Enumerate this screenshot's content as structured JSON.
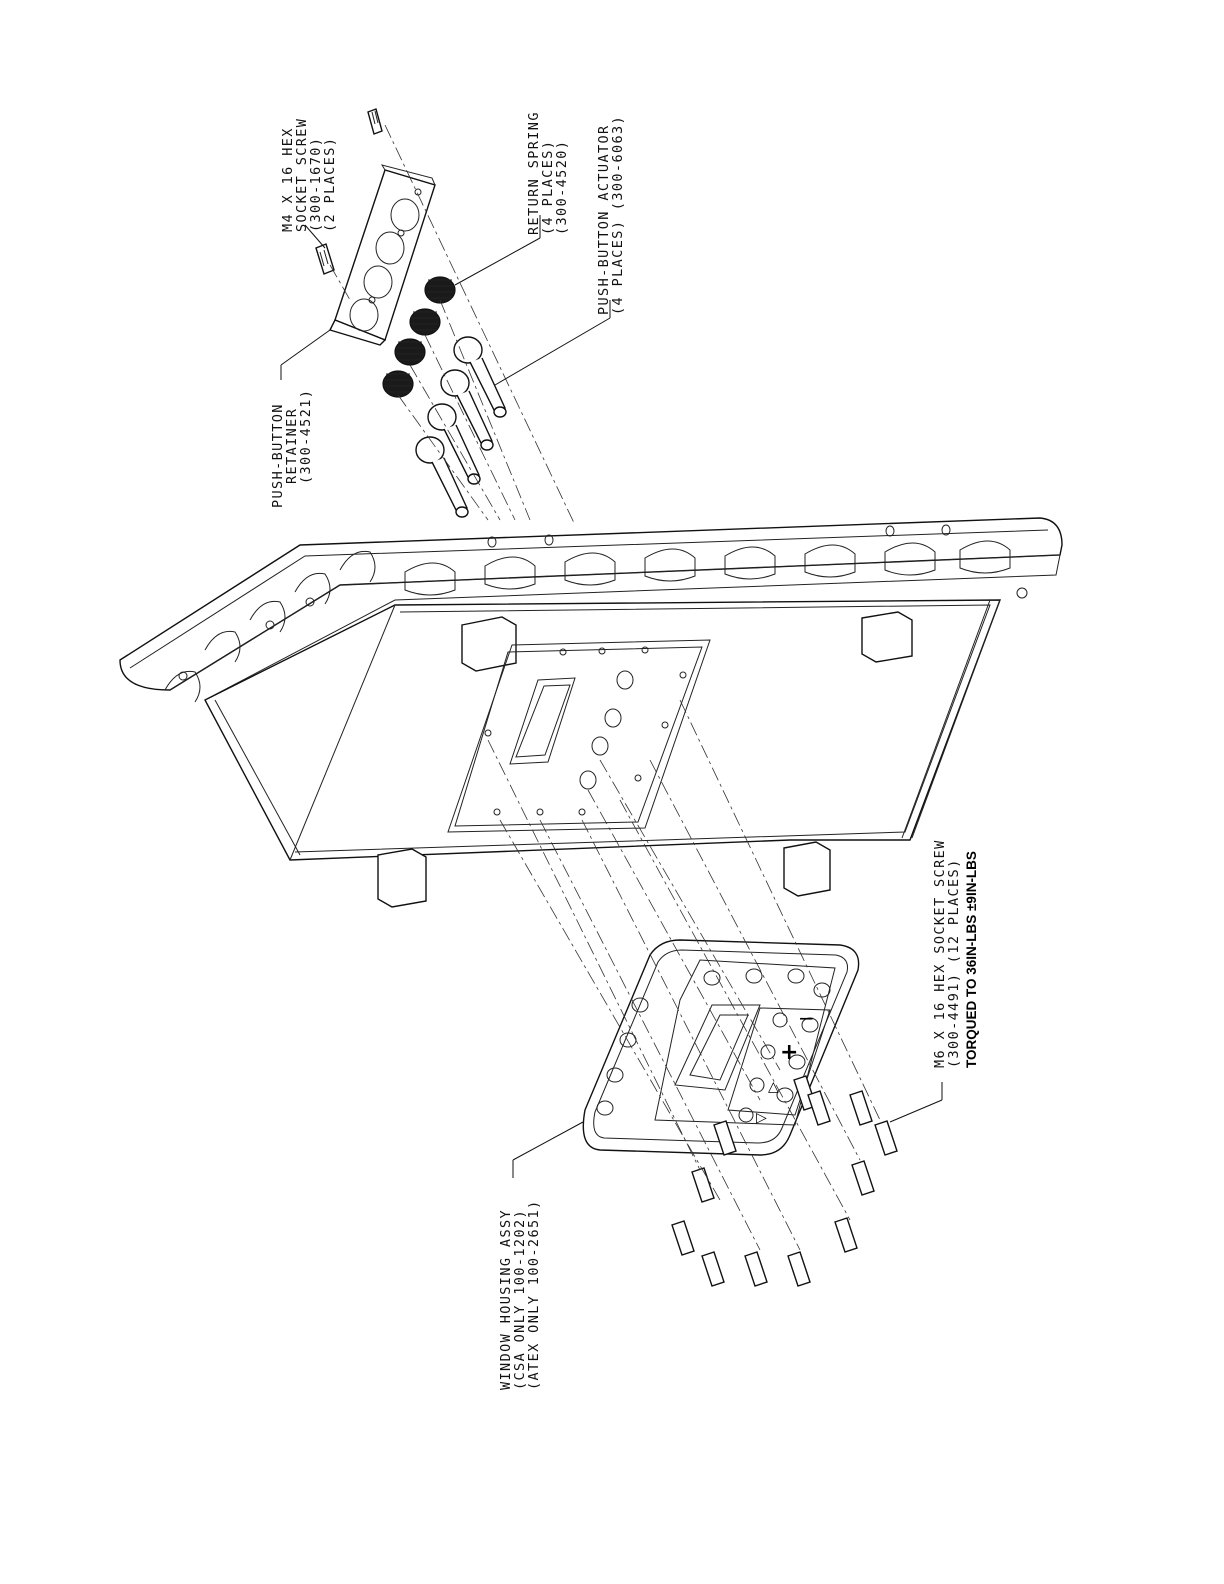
{
  "callouts": {
    "m4_screw": {
      "lines": [
        "M4 X 16 HEX",
        "SOCKET SCREW",
        "(300-1670)",
        "(2 PLACES)"
      ]
    },
    "return_spring": {
      "lines": [
        "RETURN SPRING",
        "(4 PLACES)",
        "(300-4520)"
      ]
    },
    "actuator": {
      "lines": [
        "PUSH-BUTTON ACTUATOR",
        "(4 PLACES) (300-6063)"
      ]
    },
    "retainer": {
      "lines": [
        "PUSH-BUTTON",
        "RETAINER",
        "(300-4521)"
      ]
    },
    "m6_screw": {
      "lines": [
        "M6 X 16 HEX SOCKET SCREW",
        "(300-4491) (12 PLACES)"
      ],
      "torque": "TORQUED TO 36IN-LBS ±9IN-LBS"
    },
    "window_housing": {
      "lines": [
        "WINDOW HOUSING ASSY",
        "(CSA ONLY 100-1202)",
        "(ATEX ONLY 100-2651)"
      ]
    }
  },
  "keypad_symbols": [
    "−",
    "+",
    "△",
    "▷"
  ]
}
